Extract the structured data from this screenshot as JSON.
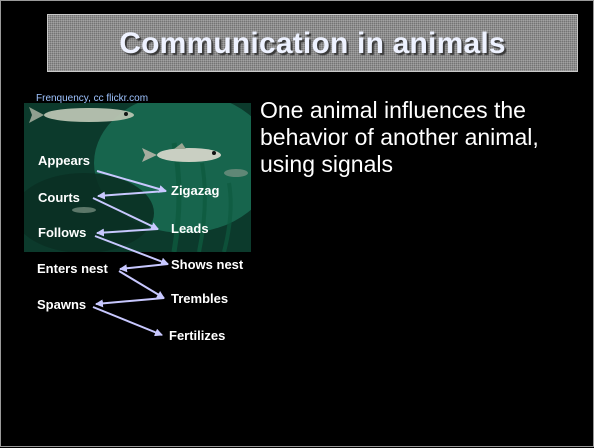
{
  "slide": {
    "title": "Communication in animals",
    "credit": "Frenquency, cc flickr.com",
    "body": "One animal influences the behavior of another animal, using signals"
  },
  "behavior_chain": {
    "left": [
      "Appears",
      "Courts",
      "Follows",
      "Enters nest",
      "Spawns"
    ],
    "right": [
      "Zigazag",
      "Leads",
      "Shows nest",
      "Trembles",
      "Fertilizes"
    ]
  },
  "colors": {
    "background": "#000000",
    "arrow": "#c8c8ff",
    "title_text": "#eef2ff"
  },
  "icons": {
    "photo": "stickleback-fish-photo"
  }
}
